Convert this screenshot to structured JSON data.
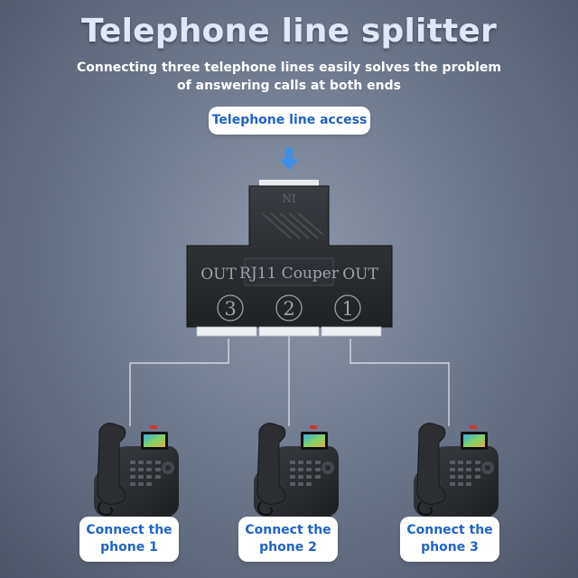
{
  "header": {
    "title": "Telephone line splitter",
    "subtitle_line1": "Connecting three telephone lines easily solves the problem",
    "subtitle_line2": "of answering calls at both ends"
  },
  "access": {
    "label": "Telephone line access"
  },
  "splitter": {
    "input_label": "NI",
    "model_label": "RJ11 Couper",
    "out_left": "OUT",
    "out_right": "OUT",
    "port_numbers": [
      "3",
      "2",
      "1"
    ]
  },
  "phones": [
    {
      "line1": "Connect the",
      "line2": "phone 1"
    },
    {
      "line1": "Connect the",
      "line2": "phone 2"
    },
    {
      "line1": "Connect the",
      "line2": "phone 3"
    }
  ],
  "colors": {
    "accent_blue": "#1f63c6",
    "arrow_blue": "#3d8fe8",
    "device": "#2a2c30"
  },
  "icons": {
    "arrow": "down-arrow-icon",
    "phone": "desk-phone-icon"
  }
}
